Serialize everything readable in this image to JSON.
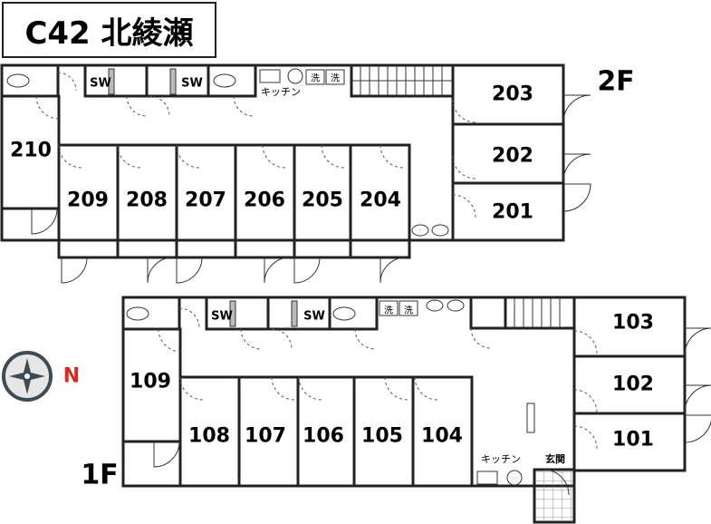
{
  "title": "C42 北綾瀬",
  "floors": {
    "second": {
      "label": "2F",
      "rooms": [
        "210",
        "209",
        "208",
        "207",
        "206",
        "205",
        "204",
        "203",
        "202",
        "201"
      ],
      "sw": [
        "SW",
        "SW"
      ],
      "kitchen": "キッチン",
      "wash": [
        "洗",
        "洗"
      ]
    },
    "first": {
      "label": "1F",
      "rooms": [
        "109",
        "108",
        "107",
        "106",
        "105",
        "104",
        "103",
        "102",
        "101"
      ],
      "sw": [
        "SW",
        "SW"
      ],
      "kitchen": "キッチン",
      "entrance": "玄関",
      "wash": [
        "洗",
        "洗"
      ]
    }
  },
  "compass": {
    "north_label": "N",
    "accent": "#e0261f"
  }
}
